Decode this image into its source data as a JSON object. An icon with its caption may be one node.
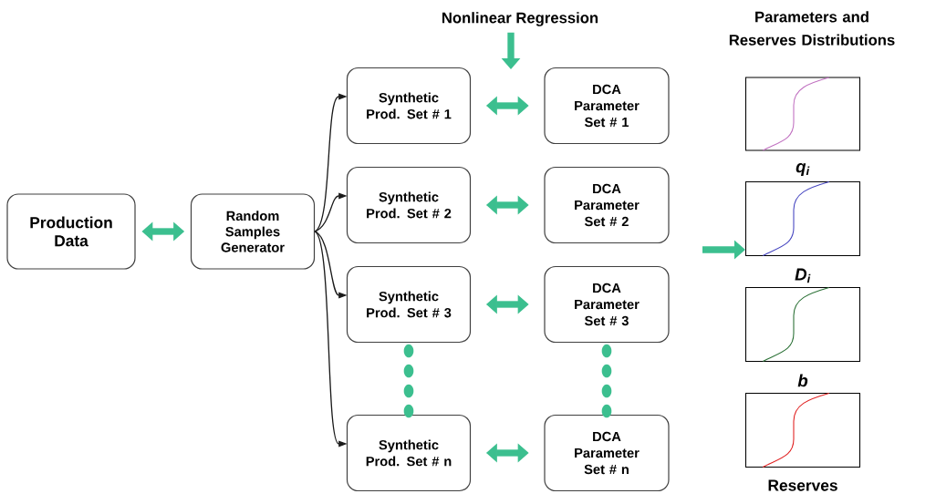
{
  "diagram": {
    "nodes": [
      {
        "text": [
          "Production Data"
        ]
      },
      {
        "text": [
          "Random Samples Generator"
        ]
      },
      {
        "text": [
          "Synthetic Prod. Set # 1"
        ]
      },
      {
        "text": [
          "DCA Parameter Set # 1"
        ]
      },
      {
        "text": [
          "Synthetic Prod. Set # 2"
        ]
      },
      {
        "text": [
          "DCA Parameter Set # 2"
        ]
      },
      {
        "text": [
          "Synthetic Prod. Set # 3"
        ]
      },
      {
        "text": [
          "DCA Parameter Set # 3"
        ]
      },
      {
        "text": [
          "Synthetic Prod. Set # n"
        ]
      },
      {
        "text": [
          "DCA Parameter Set # n"
        ]
      },
      {
        "text": [
          "Nonlinear Regression"
        ]
      },
      {
        "text": [],
        "shape": "picture",
        "beside": [
          "q$_{i}$"
        ]
      },
      {
        "text": [],
        "shape": "picture",
        "beside": [
          "D$_{i}$"
        ]
      },
      {
        "text": [],
        "shape": "picture",
        "beside": [
          "b"
        ]
      },
      {
        "text": [],
        "shape": "picture",
        "beside": [
          "Reserves"
        ]
      }
    ],
    "edges": [
      {
        "from": 0,
        "to": 1,
        "arrow": "both"
      },
      {
        "from": 1,
        "to": 2,
        "arrow": "to",
        "color": "#1a1a1a"
      },
      {
        "from": 1,
        "to": 4,
        "arrow": "to",
        "color": "#1a1a1a"
      },
      {
        "from": 1,
        "to": 6,
        "arrow": "to",
        "color": "#1a1a1a"
      },
      {
        "from": 1,
        "to": 8,
        "arrow": "to",
        "color": "#1a1a1a"
      },
      {
        "from": 2,
        "to": 3,
        "arrow": "both"
      },
      {
        "from": 4,
        "to": 5,
        "arrow": "both"
      },
      {
        "from": 6,
        "to": 7,
        "arrow": "both"
      },
      {
        "from": 8,
        "to": 9,
        "arrow": "both"
      },
      {
        "from": 10,
        "to": null,
        "arrow": "to"
      },
      {
        "from": null,
        "to": 12,
        "arrow": "to"
      }
    ],
    "labels": [
      "Parameters and Reserves Distributions"
    ]
  }
}
